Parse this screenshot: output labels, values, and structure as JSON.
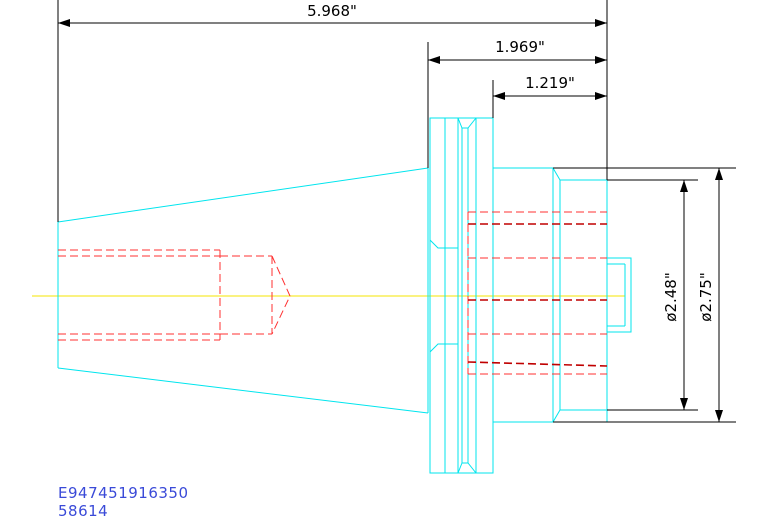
{
  "dimensions": {
    "overall_length": "5.968\"",
    "flange_to_end": "1.969\"",
    "gauge_to_end": "1.219\"",
    "inner_diameter": "ø2.48\"",
    "outer_diameter": "ø2.75\""
  },
  "footer": {
    "part_code": "E947451916350",
    "item_number": "58614"
  },
  "colors": {
    "outline": "#00e5ee",
    "hidden": "#ff3030",
    "hidden_dark": "#c00000",
    "centerline": "#f5e600",
    "dimension": "#000000",
    "footer_text": "#3a4ad8"
  }
}
